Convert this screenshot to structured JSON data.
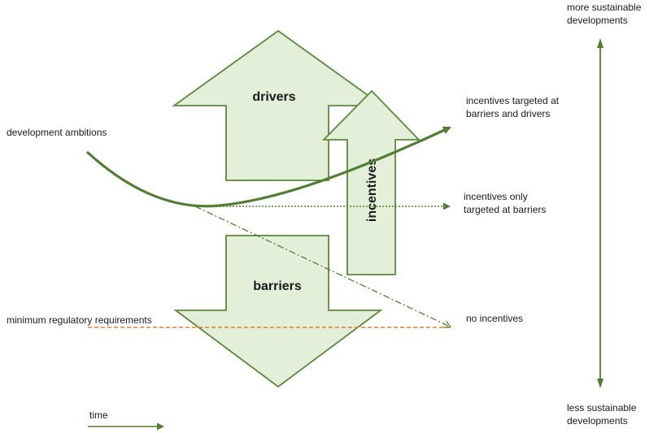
{
  "colors": {
    "arrow_fill": "#e3efd9",
    "arrow_stroke": "#5a8a3a",
    "curve": "#507e32",
    "threshold": "#e07b39"
  },
  "labels": {
    "drivers": "drivers",
    "barriers": "barriers",
    "incentives": "incentives",
    "development_ambitions": "development ambitions",
    "minimum_requirements": "minimum  regulatory requirements",
    "time": "time",
    "more_sustainable": [
      "more sustainable",
      "developments"
    ],
    "less_sustainable": [
      "less sustainable",
      "developments"
    ],
    "incentives_targeted_both": [
      "incentives targeted at",
      "barriers and drivers"
    ],
    "incentives_only_barriers": [
      "incentives only",
      "targeted at barriers"
    ],
    "no_incentives": "no incentives"
  }
}
